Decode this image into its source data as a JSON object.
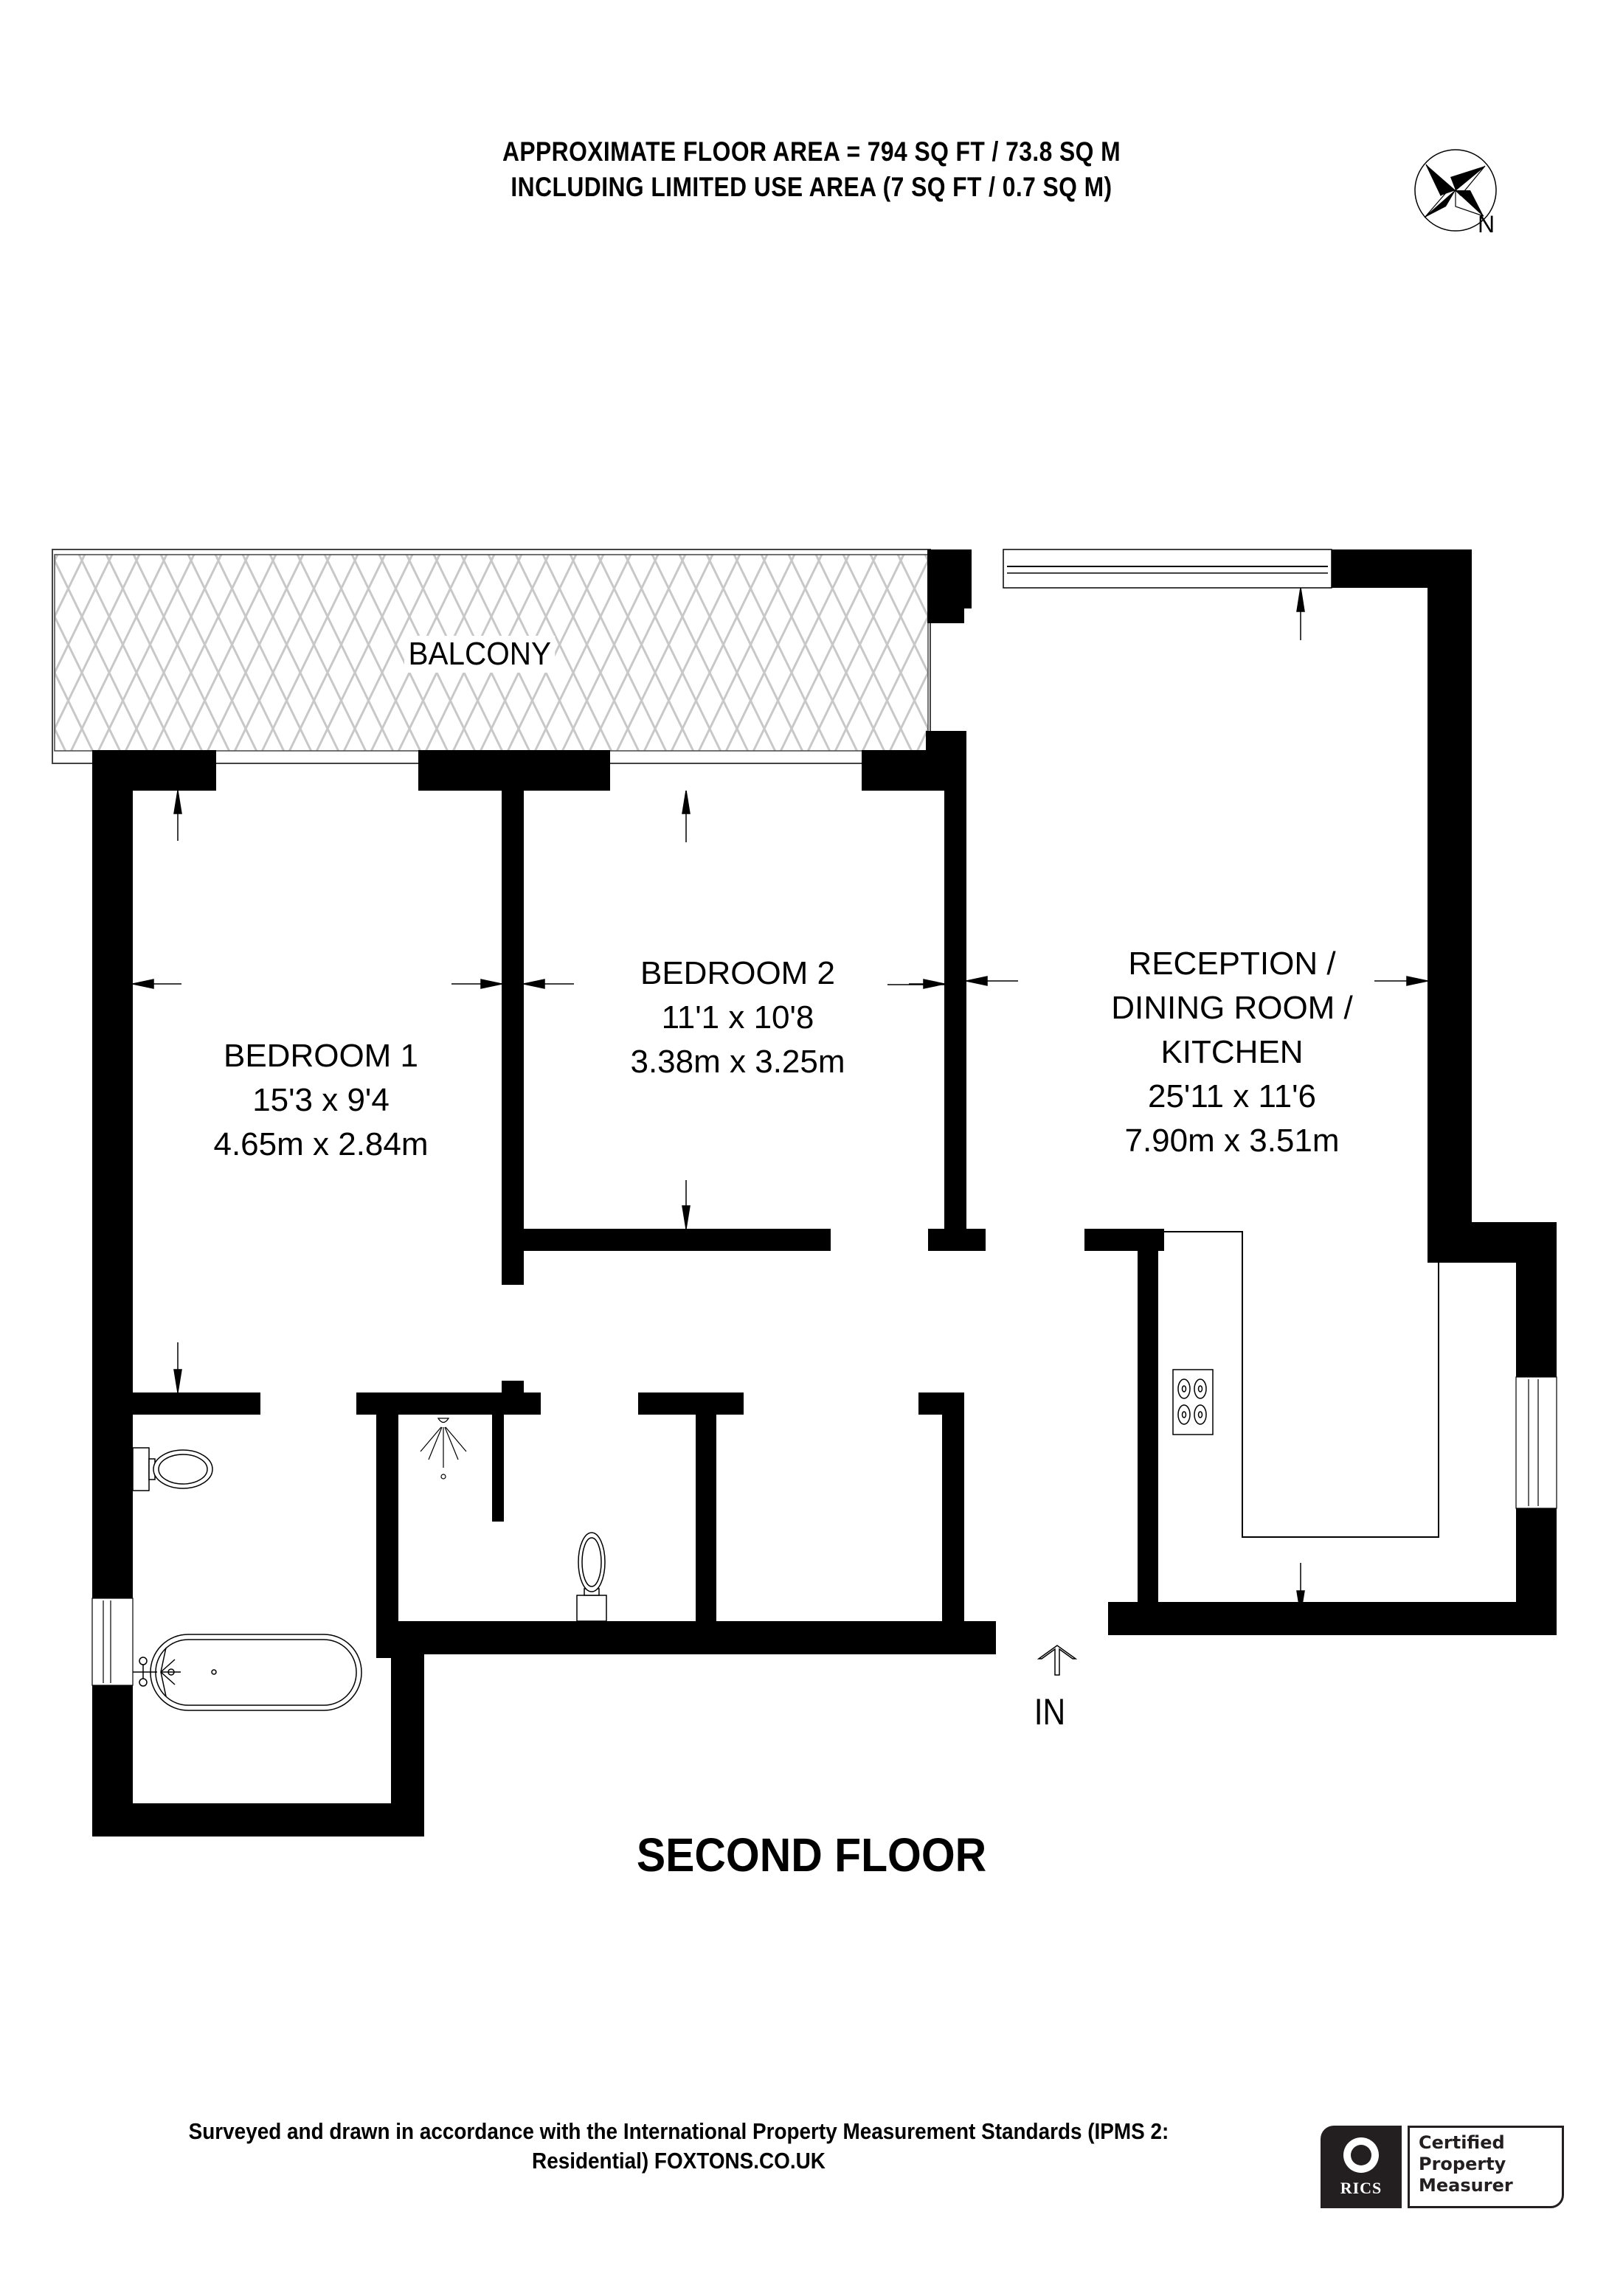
{
  "header": {
    "line1": "APPROXIMATE FLOOR AREA = 794 SQ FT / 73.8 SQ M",
    "line2": "INCLUDING LIMITED USE AREA (7 SQ FT / 0.7 SQ M)"
  },
  "compass": {
    "icon": "compass-rose-icon",
    "label": "N"
  },
  "rooms": {
    "balcony": {
      "name": "BALCONY"
    },
    "bedroom1": {
      "name": "BEDROOM 1",
      "imperial": "15'3 x 9'4",
      "metric": "4.65m x 2.84m"
    },
    "bedroom2": {
      "name": "BEDROOM 2",
      "imperial": "11'1 x 10'8",
      "metric": "3.38m x 3.25m"
    },
    "reception": {
      "name_line1": "RECEPTION /",
      "name_line2": "DINING ROOM /",
      "name_line3": "KITCHEN",
      "imperial": "25'11 x 11'6",
      "metric": "7.90m x 3.51m"
    }
  },
  "fixtures": [
    "toilet-icon",
    "bathtub-icon",
    "shower-icon",
    "hob-icon",
    "window-icon",
    "dimension-arrow-icon",
    "entrance-arrow-icon"
  ],
  "entrance": {
    "label": "IN"
  },
  "floor_title": "SECOND FLOOR",
  "footer": {
    "line1": "Surveyed and drawn in accordance with the International Property Measurement Standards (IPMS 2:",
    "line2": "Residential) FOXTONS.CO.UK"
  },
  "badge": {
    "org": "RICS",
    "cert_line1": "Certified",
    "cert_line2": "Property",
    "cert_line3": "Measurer"
  },
  "colors": {
    "wall": "#000000",
    "hatch": "#c8c8c8",
    "background": "#ffffff",
    "badge": "#231f20"
  }
}
